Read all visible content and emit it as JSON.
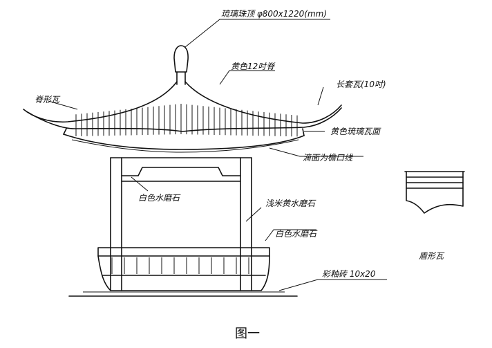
{
  "labels": {
    "finial": "琉璃珠顶 φ800x1220(mm)",
    "ridge_tiles": "黄色12吋脊",
    "corner_tile": "脊形瓦",
    "long_tile": "长套瓦(10吋)",
    "glazed_tile_face": "黄色琉璃瓦面",
    "eave_line": "滴面为檐口线",
    "beam_stone": "白色水磨石",
    "column_stone": "浅米黄水磨石",
    "rail_stone": "白色水磨石",
    "floor_tile": "彩釉砖 10x20",
    "profile_caption": "盾形瓦"
  },
  "caption": "图一"
}
